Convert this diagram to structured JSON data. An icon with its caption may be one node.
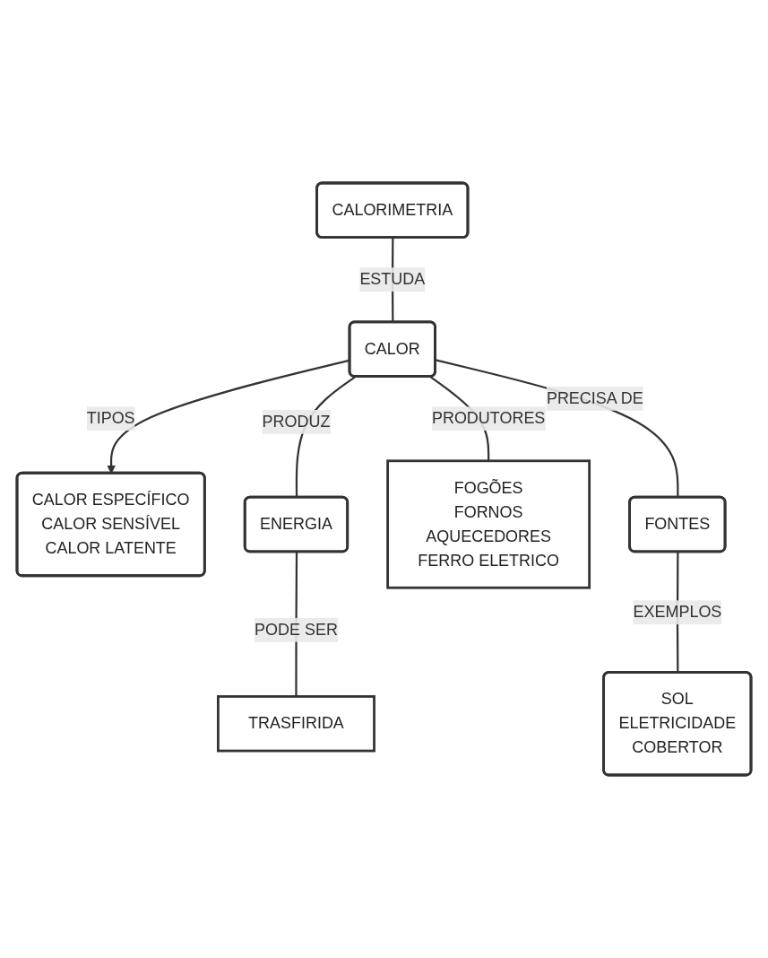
{
  "diagram": {
    "nodes": [
      {
        "text": [
          "CALORIMETRIA"
        ]
      },
      {
        "text": [
          "CALOR"
        ]
      },
      {
        "text": [
          "CALOR ESPECÍFICO",
          "CALOR SENSÍVEL",
          "CALOR LATENTE"
        ]
      },
      {
        "text": [
          "ENERGIA"
        ]
      },
      {
        "text": [
          "TRASFIRIDA"
        ]
      },
      {
        "text": [
          "FOGÕES",
          "FORNOS",
          "AQUECEDORES",
          "FERRO ELETRICO"
        ]
      },
      {
        "text": [
          "FONTES"
        ]
      },
      {
        "text": [
          "SOL",
          "ELETRICIDADE",
          "COBERTOR"
        ]
      }
    ],
    "edges": [
      {
        "from": 0,
        "to": 1,
        "arrow": "none",
        "label": "ESTUDA"
      },
      {
        "from": 1,
        "to": 2,
        "arrow": "to",
        "label": "TIPOS"
      },
      {
        "from": 1,
        "to": 3,
        "arrow": "none",
        "label": "PRODUZ"
      },
      {
        "from": 3,
        "to": 4,
        "arrow": "none",
        "label": "PODE SER"
      },
      {
        "from": 1,
        "to": 5,
        "arrow": "none",
        "label": "PRODUTORES"
      },
      {
        "from": 1,
        "to": 6,
        "arrow": "none",
        "label": "PRECISA DE"
      },
      {
        "from": 6,
        "to": 7,
        "arrow": "none",
        "label": "EXEMPLOS"
      }
    ]
  }
}
